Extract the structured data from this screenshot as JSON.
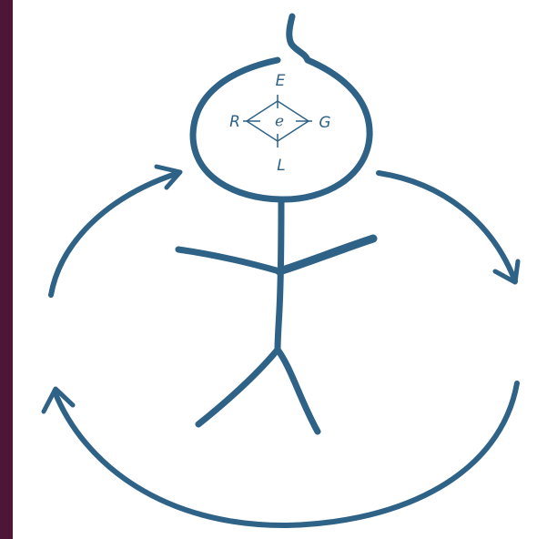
{
  "colors": {
    "stroke": "#2f6287",
    "side_bar": "#4e1536",
    "background": "#ffffff"
  },
  "diagram": {
    "letters": {
      "top": "E",
      "left": "R",
      "right": "G",
      "bottom": "L",
      "center": "e"
    }
  },
  "icons": [
    "head-icon",
    "diamond-icon",
    "stick-figure-icon",
    "cycle-arrow-icon"
  ]
}
